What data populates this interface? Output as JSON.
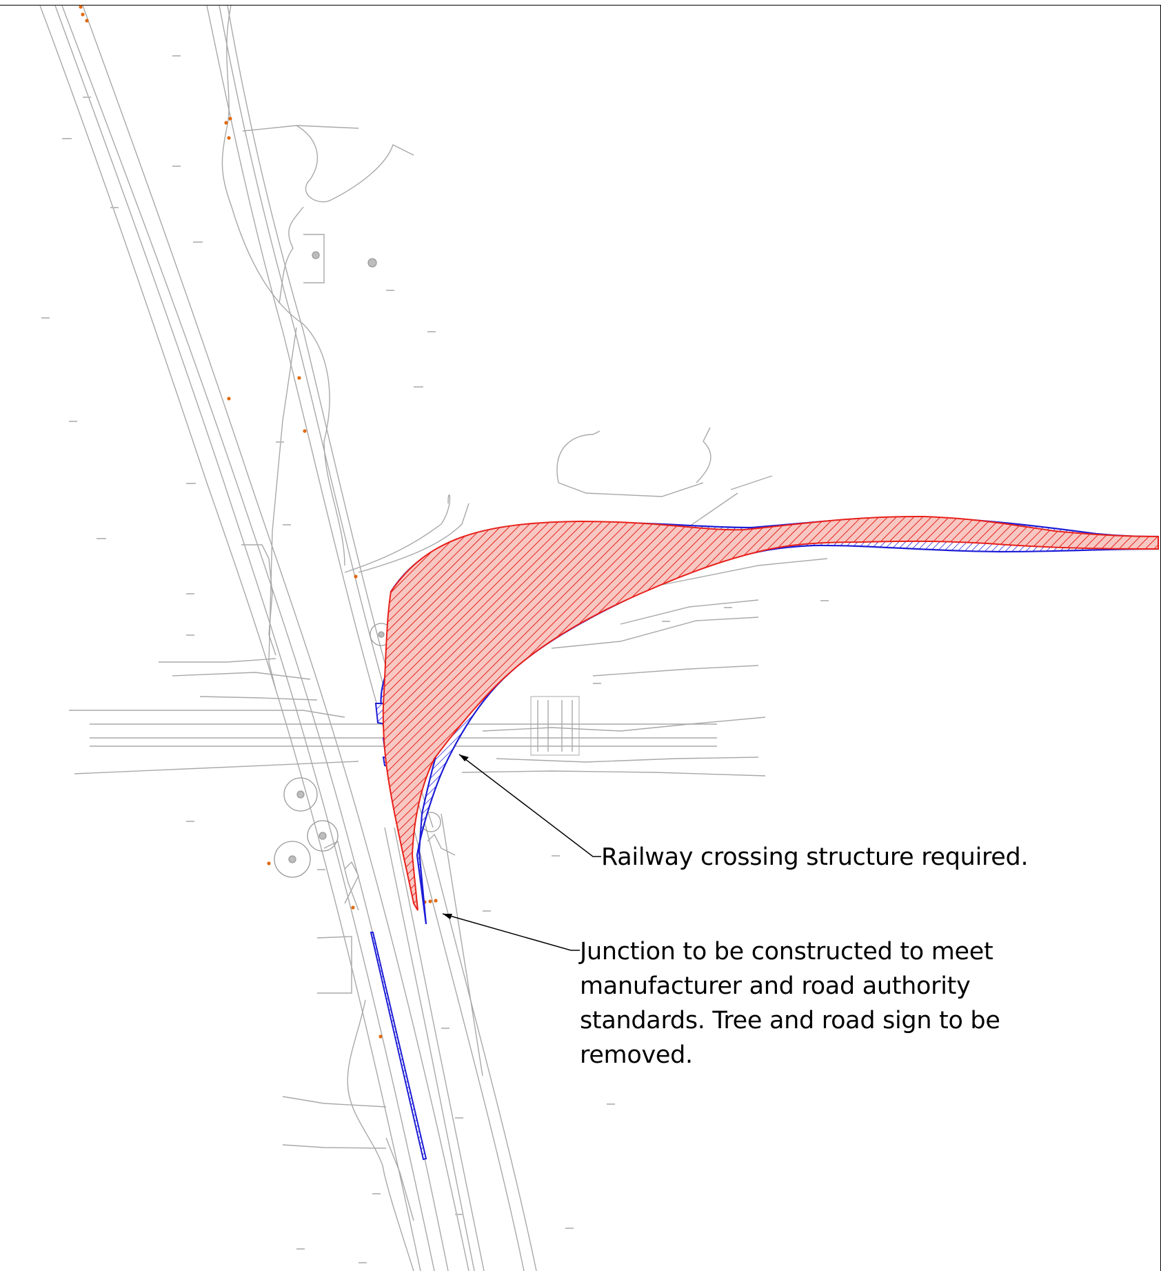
{
  "annotations": {
    "railway_crossing": "Railway crossing structure required.",
    "junction": "Junction to be constructed to meet manufacturer and road authority standards. Tree and road sign to be removed."
  },
  "legend_colors": {
    "proposed_road_fill": "#e8392f",
    "proposed_road_hatch": "#ff2a2a",
    "alternative_alignment": "#1d1dd6",
    "survey_lines": "#a8a8a8",
    "survey_points": "#e06a10",
    "leader_lines": "#000000"
  },
  "features": {
    "proposed_access_red": "red-hatched-access-road",
    "alternative_access_blue": "blue-hatched-access-road",
    "main_road": "survey-road-corridor",
    "trees": "tree-symbols",
    "railway": "railway-line"
  }
}
